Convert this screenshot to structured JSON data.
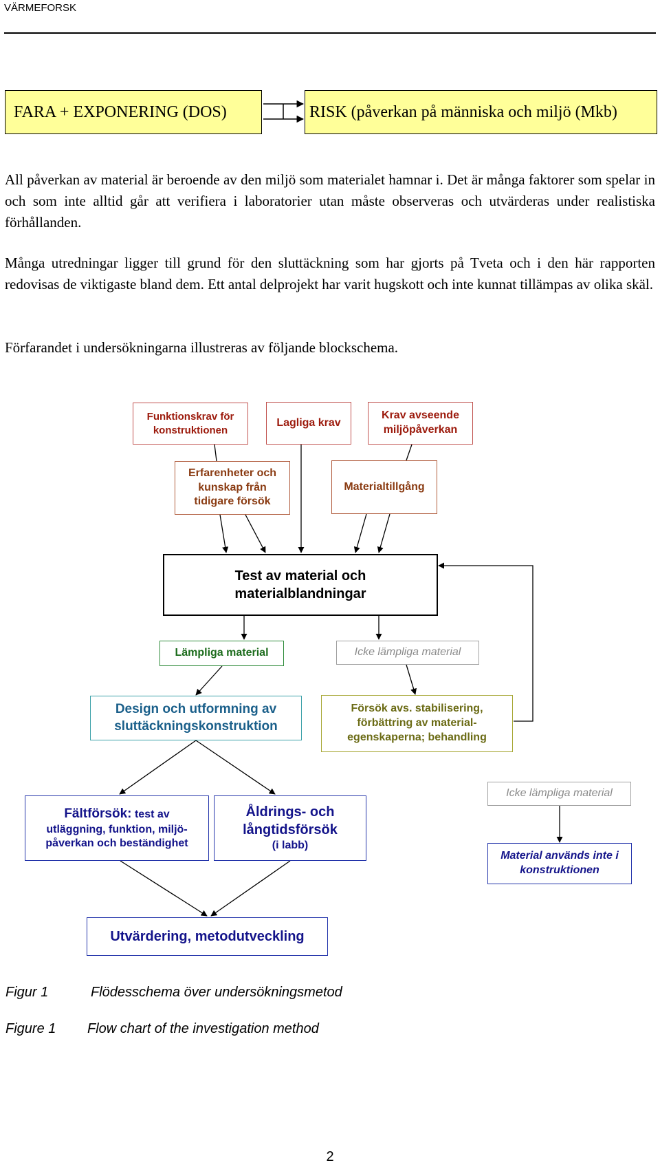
{
  "header": {
    "title": "VÄRMEFORSK"
  },
  "risk_equation": {
    "left": "FARA + EXPONERING (DOS)",
    "right": "RISK (påverkan på människa och miljö (Mkb)"
  },
  "paragraphs": [
    "All påverkan av material är beroende av den miljö som materialet hamnar i. Det är många faktorer som spelar in och som inte alltid går att verifiera i laboratorier utan måste observeras och utvärderas under realistiska förhållanden.",
    "Många utredningar ligger till grund för den sluttäckning som har gjorts på Tveta och i den här rapporten redovisas de viktigaste bland dem. Ett antal delprojekt har varit hugskott och inte kunnat tillämpas av olika skäl.",
    "Förfarandet i undersökningarna illustreras av följande blockschema."
  ],
  "flowchart": {
    "funktionskrav": "Funktionskrav för konstruktionen",
    "lagliga_krav": "Lagliga krav",
    "krav_miljo": "Krav avseende miljöpåverkan",
    "erfarenheter": "Erfarenheter och kunskap från tidigare försök",
    "materialtillgang": "Materialtillgång",
    "test": "Test av material och materialblandningar",
    "lampliga": "Lämpliga material",
    "icke_lampliga_1": "Icke lämpliga material",
    "design": "Design och utformning av sluttäckningskonstruktion",
    "forsok_stab": "Försök avs. stabilisering, förbättring av material-egenskaperna; behandling",
    "faltforsok_bold": "Fältförsök:",
    "faltforsok_rest": " test av utläggning, funktion, miljö-påverkan och beständighet",
    "aldring_main": "Åldrings- och långtidsförsök",
    "aldring_sub": "(i labb)",
    "icke_lampliga_2": "Icke lämpliga material",
    "material_anvands_inte": "Material används inte i konstruktionen",
    "utvardering": "Utvärdering, metodutveckling",
    "colors": {
      "red": "#9c1a0c",
      "brown": "#8a3b12",
      "green": "#1b6b1b",
      "gray": "#8a8a8a",
      "teal": "#1a5f8a",
      "olive": "#6b6b15",
      "blue": "#13138a"
    }
  },
  "captions": {
    "sv_label": "Figur 1",
    "sv_text": "Flödesschema över undersökningsmetod",
    "en_label": "Figure 1",
    "en_text": "Flow chart of the investigation method"
  },
  "page_number": "2"
}
